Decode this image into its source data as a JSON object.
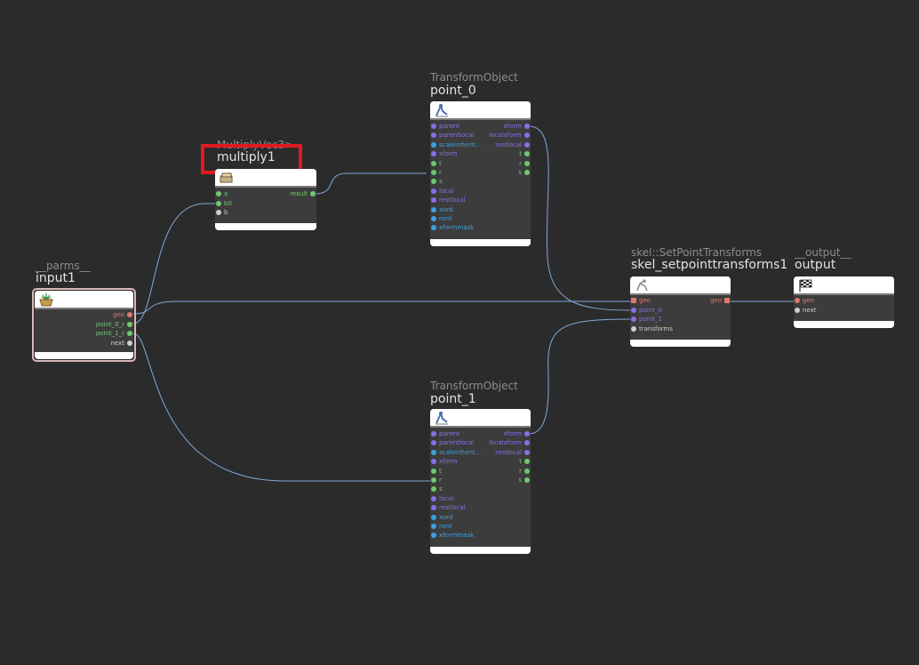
{
  "colors": {
    "background": "#2b2b2b",
    "wire": "#7fa8d8",
    "green_port": "#6fc86f",
    "purple_port": "#8a6ee8",
    "blue_port": "#3ea0e0",
    "red_port": "#e0786e",
    "white_port": "#cfcfcf",
    "highlight": "#e01a22"
  },
  "nodes": {
    "multiply": {
      "type_label": "MultiplyVec3>",
      "name": "multiply1",
      "icon": "multiply-icon",
      "inputs": [
        {
          "label": "a",
          "color": "#6fc86f"
        },
        {
          "label": "b0",
          "color": "#6fc86f"
        },
        {
          "label": "b",
          "color": "#cfcfcf"
        }
      ],
      "outputs": [
        {
          "label": "result",
          "color": "#6fc86f"
        }
      ]
    },
    "point0": {
      "type_label": "TransformObject",
      "name": "point_0",
      "icon": "transform-object-icon",
      "inputs": [
        {
          "label": "parent",
          "color": "#8a6ee8"
        },
        {
          "label": "parentlocal",
          "color": "#8a6ee8"
        },
        {
          "label": "scaleinherit...",
          "color": "#3ea0e0"
        },
        {
          "label": "xform",
          "color": "#8a6ee8"
        },
        {
          "label": "t",
          "color": "#6fc86f"
        },
        {
          "label": "r",
          "color": "#6fc86f"
        },
        {
          "label": "s",
          "color": "#6fc86f"
        },
        {
          "label": "local",
          "color": "#8a6ee8"
        },
        {
          "label": "restlocal",
          "color": "#8a6ee8"
        },
        {
          "label": "xord",
          "color": "#3ea0e0"
        },
        {
          "label": "rord",
          "color": "#3ea0e0"
        },
        {
          "label": "xformmask",
          "color": "#3ea0e0"
        }
      ],
      "outputs": [
        {
          "label": "xform",
          "color": "#8a6ee8"
        },
        {
          "label": "localxform",
          "color": "#8a6ee8"
        },
        {
          "label": "restlocal",
          "color": "#8a6ee8"
        },
        {
          "label": "t",
          "color": "#6fc86f"
        },
        {
          "label": "r",
          "color": "#6fc86f"
        },
        {
          "label": "s",
          "color": "#6fc86f"
        }
      ]
    },
    "point1": {
      "type_label": "TransformObject",
      "name": "point_1",
      "icon": "transform-object-icon",
      "inputs": [
        {
          "label": "parent",
          "color": "#8a6ee8"
        },
        {
          "label": "parentlocal",
          "color": "#8a6ee8"
        },
        {
          "label": "scaleinherit...",
          "color": "#3ea0e0"
        },
        {
          "label": "xform",
          "color": "#8a6ee8"
        },
        {
          "label": "t",
          "color": "#6fc86f"
        },
        {
          "label": "r",
          "color": "#6fc86f"
        },
        {
          "label": "s",
          "color": "#6fc86f"
        },
        {
          "label": "local",
          "color": "#8a6ee8"
        },
        {
          "label": "restlocal",
          "color": "#8a6ee8"
        },
        {
          "label": "xord",
          "color": "#3ea0e0"
        },
        {
          "label": "rord",
          "color": "#3ea0e0"
        },
        {
          "label": "xformmask",
          "color": "#3ea0e0"
        }
      ],
      "outputs": [
        {
          "label": "xform",
          "color": "#8a6ee8"
        },
        {
          "label": "localxform",
          "color": "#8a6ee8"
        },
        {
          "label": "restlocal",
          "color": "#8a6ee8"
        },
        {
          "label": "t",
          "color": "#6fc86f"
        },
        {
          "label": "r",
          "color": "#6fc86f"
        },
        {
          "label": "s",
          "color": "#6fc86f"
        }
      ]
    },
    "input": {
      "type_label": "__parms__",
      "name": "input1",
      "icon": "basket-icon",
      "inputs": [],
      "outputs": [
        {
          "label": "geo",
          "color": "#e0786e"
        },
        {
          "label": "point_0_r",
          "color": "#6fc86f"
        },
        {
          "label": "point_1_r",
          "color": "#6fc86f"
        },
        {
          "label": "next",
          "color": "#cfcfcf"
        }
      ]
    },
    "setpoint": {
      "type_label": "skel::SetPointTransforms",
      "name": "skel_setpointtransforms1",
      "icon": "skeleton-icon",
      "inputs": [
        {
          "label": "geo",
          "color": "#e0786e",
          "square": true
        },
        {
          "label": "point_0",
          "color": "#8a6ee8"
        },
        {
          "label": "point_1",
          "color": "#8a6ee8"
        },
        {
          "label": "transforms",
          "color": "#cfcfcf"
        }
      ],
      "outputs": [
        {
          "label": "geo",
          "color": "#e0786e",
          "square": true
        }
      ]
    },
    "output": {
      "type_label": "__output__",
      "name": "output",
      "icon": "checkered-flag-icon",
      "inputs": [
        {
          "label": "geo",
          "color": "#e0786e"
        },
        {
          "label": "next",
          "color": "#cfcfcf"
        }
      ],
      "outputs": []
    }
  }
}
